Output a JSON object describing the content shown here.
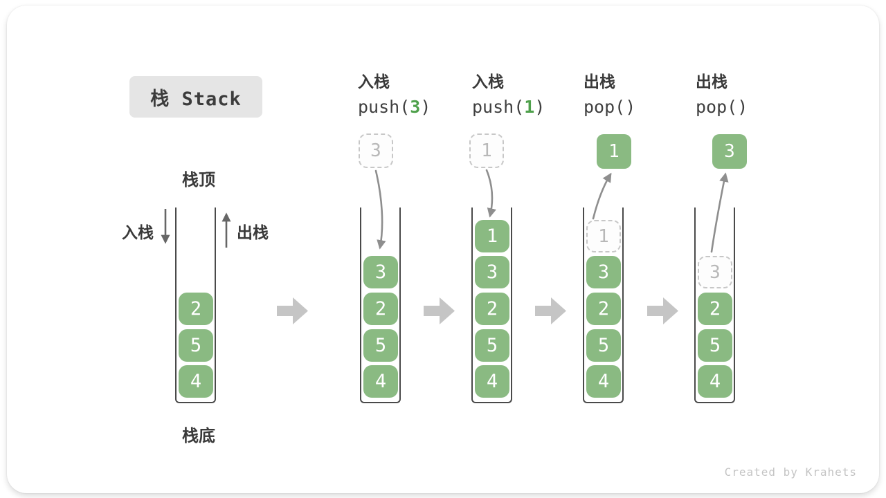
{
  "title": "栈 Stack",
  "watermark": "Created by Krahets",
  "labels": {
    "stack_top": "栈顶",
    "stack_bottom": "栈底",
    "push_side": "入栈",
    "pop_side": "出栈"
  },
  "colors": {
    "cell_green": "#8aba82",
    "accent_green": "#4ea04b",
    "curved_arrow_gray": "#8e8e8e",
    "straight_arrow_gray": "#666666",
    "block_arrow_gray": "#c5c5c5",
    "ghost_gray": "#b8b8b8",
    "text_dark": "#3b3b3b",
    "title_chip_bg": "#e5e5e5"
  },
  "columns": [
    {
      "cells": [
        "2",
        "5",
        "4"
      ]
    },
    {
      "op": "入栈",
      "call_pre": "push(",
      "call_arg": "3",
      "call_post": ")",
      "floating": "3",
      "cells": [
        "3",
        "2",
        "5",
        "4"
      ]
    },
    {
      "op": "入栈",
      "call_pre": "push(",
      "call_arg": "1",
      "call_post": ")",
      "floating": "1",
      "cells": [
        "1",
        "3",
        "2",
        "5",
        "4"
      ]
    },
    {
      "op": "出栈",
      "call_pre": "pop(",
      "call_arg": "",
      "call_post": ")",
      "popped": "1",
      "ghost": "1",
      "cells": [
        "3",
        "2",
        "5",
        "4"
      ]
    },
    {
      "op": "出栈",
      "call_pre": "pop(",
      "call_arg": "",
      "call_post": ")",
      "popped": "3",
      "ghost": "3",
      "cells": [
        "2",
        "5",
        "4"
      ]
    }
  ]
}
